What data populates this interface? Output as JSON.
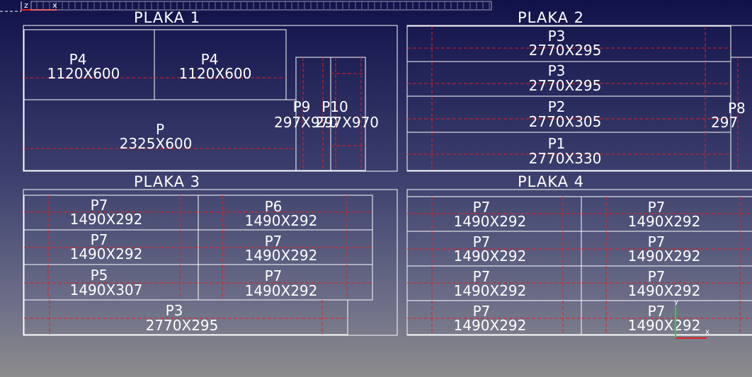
{
  "colors": {
    "outline": "#ffffff",
    "cut_line": "#e02020",
    "axis_y": "#20e020",
    "axis_x": "#e02020"
  },
  "axis": {
    "z_label": "z",
    "x_label": "x"
  },
  "plates": [
    {
      "id": "plaka1",
      "title": "PLAKA 1",
      "parts": [
        {
          "name": "P4",
          "dims": "1120X600"
        },
        {
          "name": "P4",
          "dims": "1120X600"
        },
        {
          "name": "P",
          "dims": "2325X600"
        },
        {
          "name": "P9",
          "dims": "297X970"
        },
        {
          "name": "P10",
          "dims": "297X970"
        }
      ]
    },
    {
      "id": "plaka2",
      "title": "PLAKA 2",
      "parts": [
        {
          "name": "P3",
          "dims": "2770X295"
        },
        {
          "name": "P3",
          "dims": "2770X295"
        },
        {
          "name": "P2",
          "dims": "2770X305"
        },
        {
          "name": "P1",
          "dims": "2770X330"
        },
        {
          "name": "P8",
          "dims": "297"
        }
      ]
    },
    {
      "id": "plaka3",
      "title": "PLAKA 3",
      "parts": [
        {
          "name": "P7",
          "dims": "1490X292"
        },
        {
          "name": "P6",
          "dims": "1490X292"
        },
        {
          "name": "P7",
          "dims": "1490X292"
        },
        {
          "name": "P7",
          "dims": "1490X292"
        },
        {
          "name": "P5",
          "dims": "1490X307"
        },
        {
          "name": "P7",
          "dims": "1490X292"
        },
        {
          "name": "P3",
          "dims": "2770X295"
        }
      ]
    },
    {
      "id": "plaka4",
      "title": "PLAKA 4",
      "parts": [
        {
          "name": "P7",
          "dims": "1490X292"
        },
        {
          "name": "P7",
          "dims": "1490X292"
        },
        {
          "name": "P7",
          "dims": "1490X292"
        },
        {
          "name": "P7",
          "dims": "1490X292"
        },
        {
          "name": "P7",
          "dims": "1490X292"
        },
        {
          "name": "P7",
          "dims": "1490X292"
        },
        {
          "name": "P7",
          "dims": "1490X292"
        },
        {
          "name": "P7",
          "dims": "1490X292"
        }
      ]
    }
  ]
}
